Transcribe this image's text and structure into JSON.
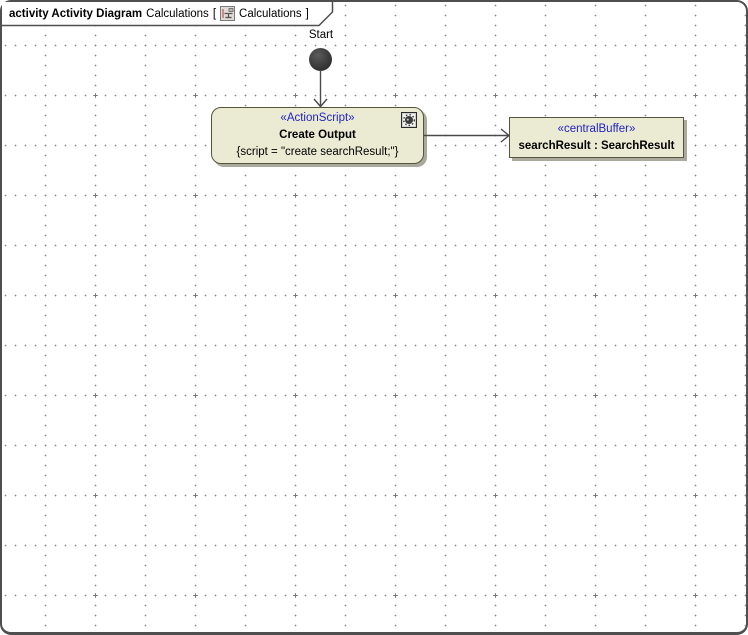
{
  "frame_header": {
    "kind_and_type": "activity Activity Diagram",
    "diagram_name": "Calculations",
    "open_bracket": "[",
    "icon": "activity-diagram-icon",
    "context_name": "Calculations",
    "close_bracket": "]"
  },
  "nodes": {
    "start_label": "Start",
    "action": {
      "stereotype": "«ActionScript»",
      "name": "Create Output",
      "body": "{script = \"create searchResult;\"}",
      "corner_icon": "behavior-script-icon"
    },
    "central_buffer": {
      "stereotype": "«centralBuffer»",
      "name": "searchResult : SearchResult"
    }
  },
  "colors": {
    "node_fill": "#ebebd3",
    "node_border": "#55553f",
    "stereotype_text": "#1f1fc8",
    "shadow": "#a9a99c",
    "arrow": "#4a4a4a",
    "grid_dot": "#8c8c8c",
    "grid_cross": "#777777",
    "frame_border": "#4f4f4f"
  }
}
